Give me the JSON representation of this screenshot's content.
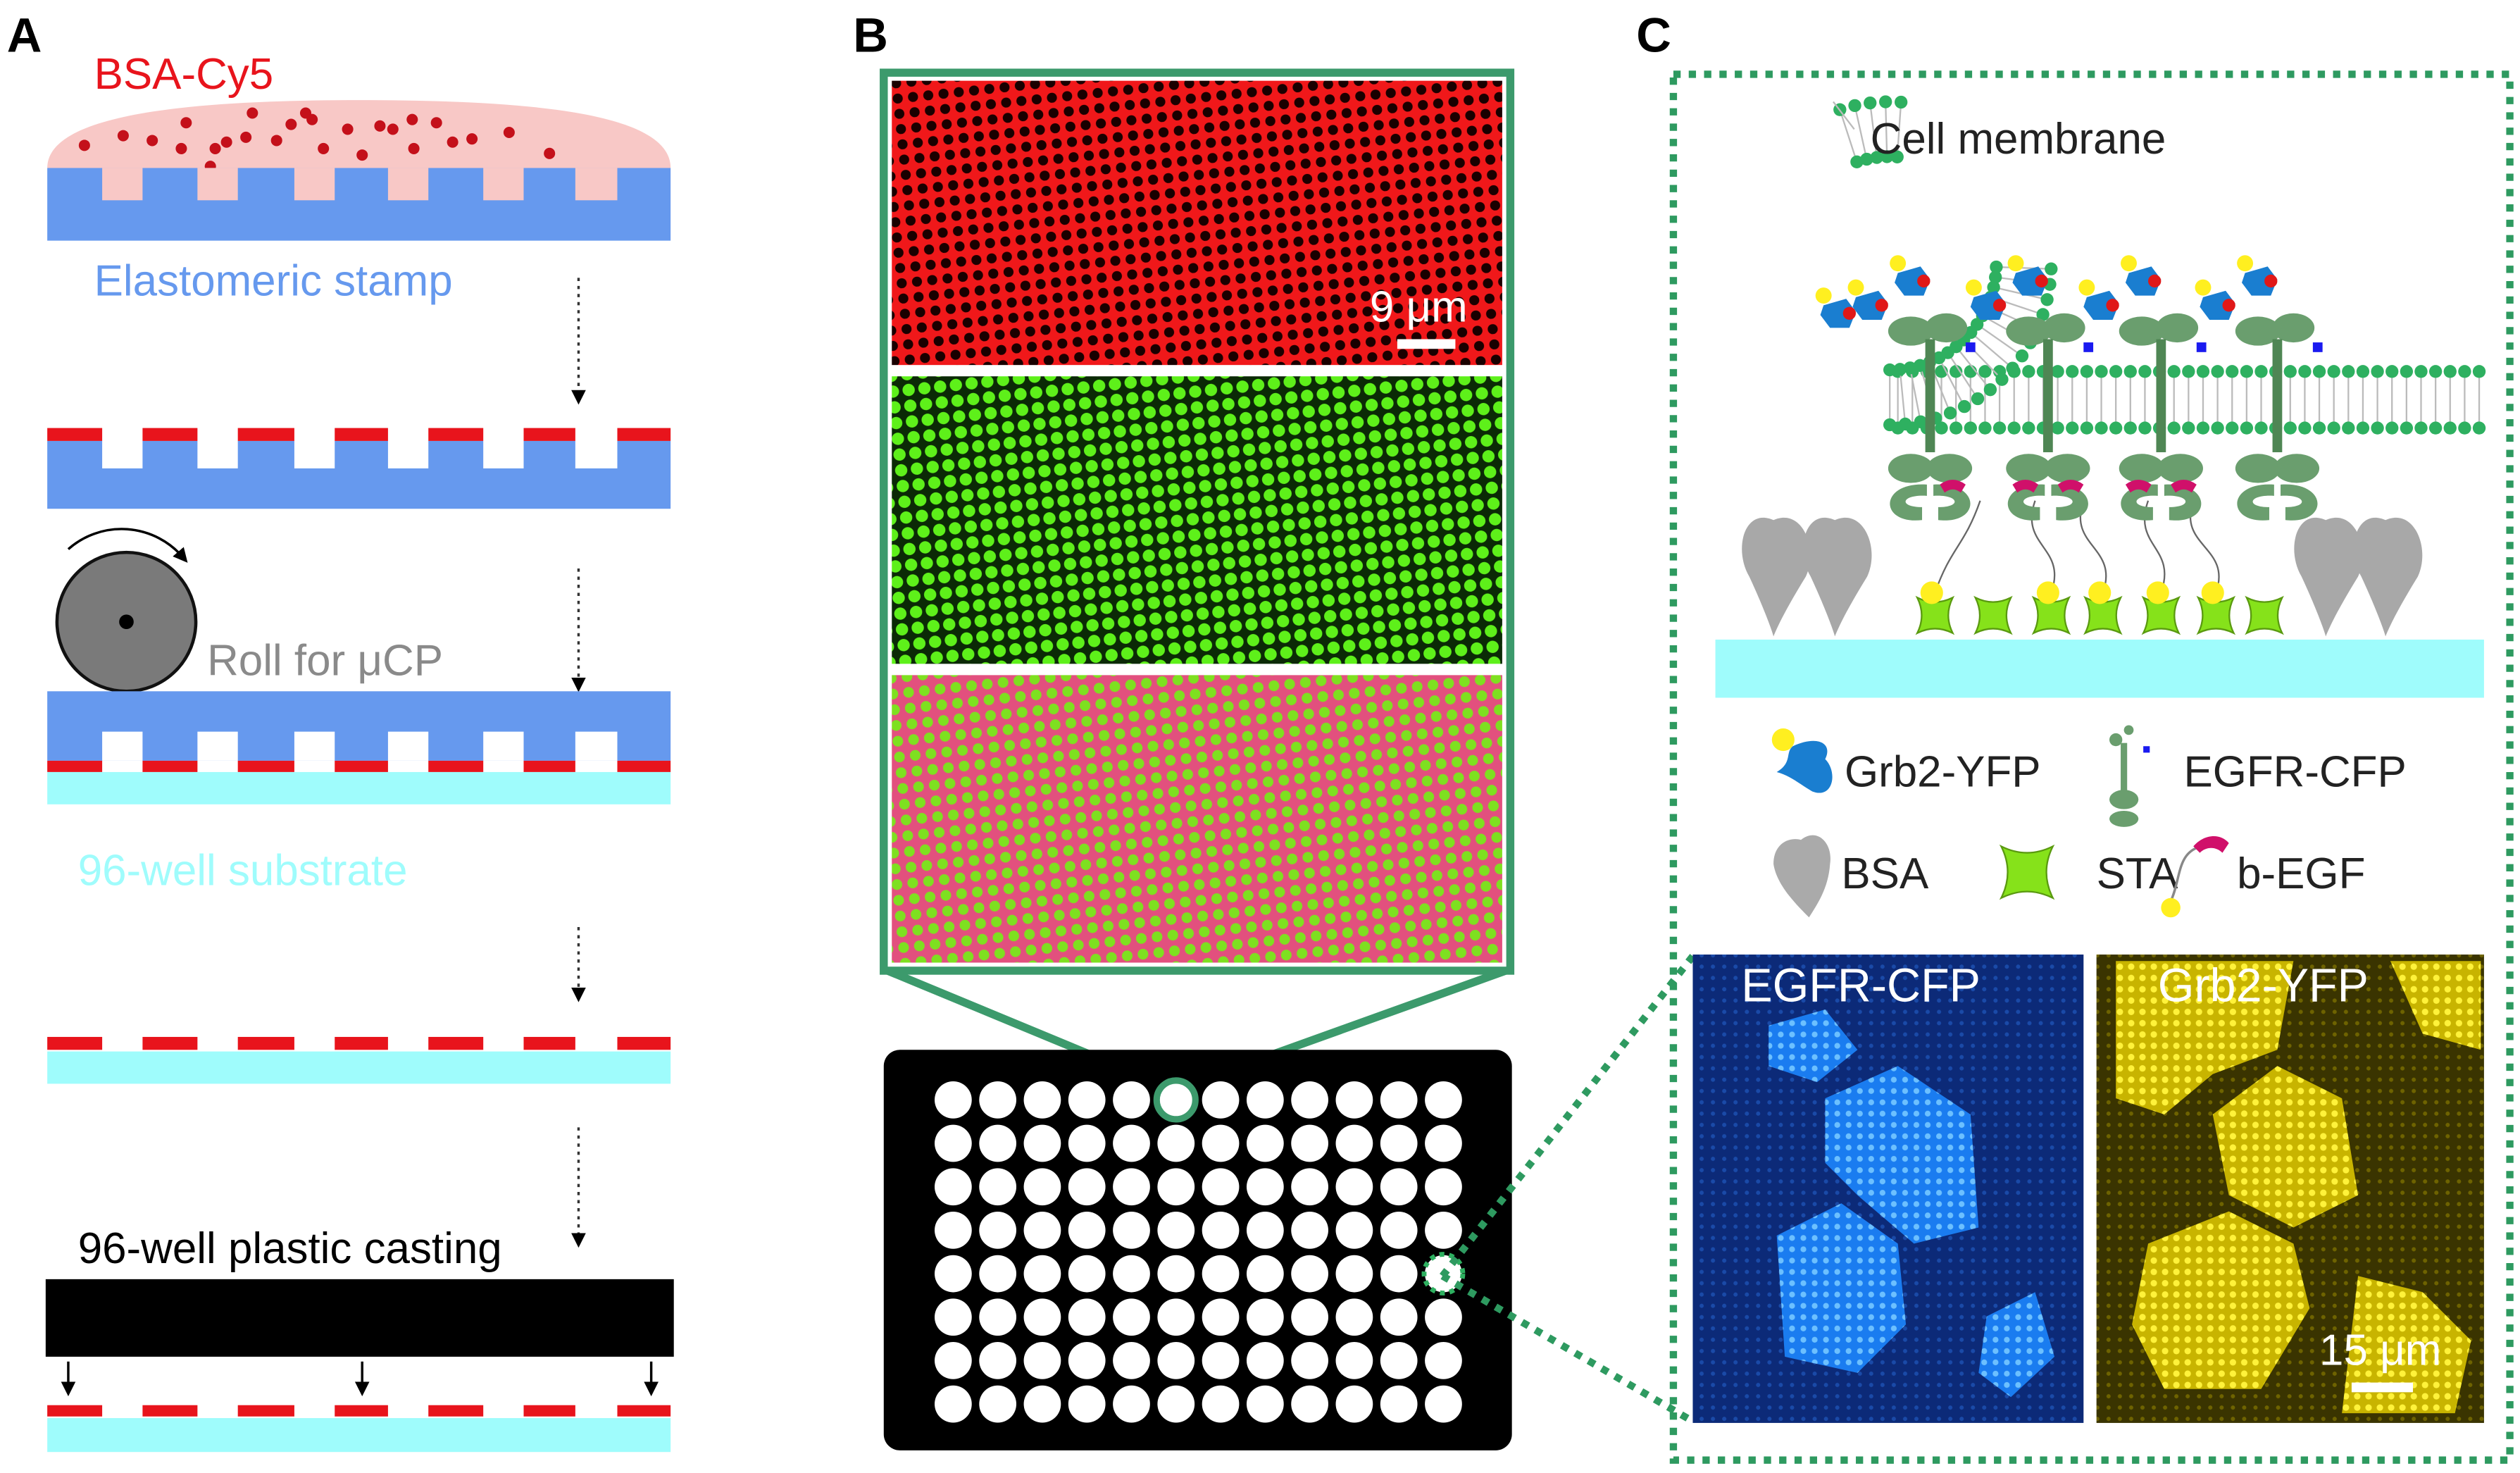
{
  "panel_a": {
    "letter": "A",
    "ink_label": "BSA-Cy5",
    "stamp_label": "Elastomeric stamp",
    "roll_label": "Roll for μCP",
    "substrate_label": "96-well substrate",
    "casting_label": "96-well plastic casting"
  },
  "panel_b": {
    "letter": "B",
    "scale_bar": "9 μm",
    "plate": {
      "rows": 8,
      "columns": 12
    }
  },
  "panel_c": {
    "letter": "C",
    "membrane_label": "Cell membrane",
    "legend": {
      "grb2": "Grb2-YFP",
      "egfr": "EGFR-CFP",
      "bsa": "BSA",
      "sta": "STA",
      "begf": "b-EGF"
    },
    "image_left_label": "EGFR-CFP",
    "image_right_label": "Grb2-YFP",
    "scale_bar": "15 μm"
  },
  "colors": {
    "bsa_cy5": "#e8141c",
    "stamp": "#6699ee",
    "ink_drop": "#f8c8c6",
    "substrate": "#9ffcfc",
    "roller": "#7a7a7a",
    "frame_green": "#3c9a6c",
    "membrane_green": "#2eb060",
    "egfr_green": "#6a9e6e",
    "grb2_blue": "#1a7ed0",
    "sta_green": "#86e21a",
    "begf_magenta": "#d0106a"
  }
}
